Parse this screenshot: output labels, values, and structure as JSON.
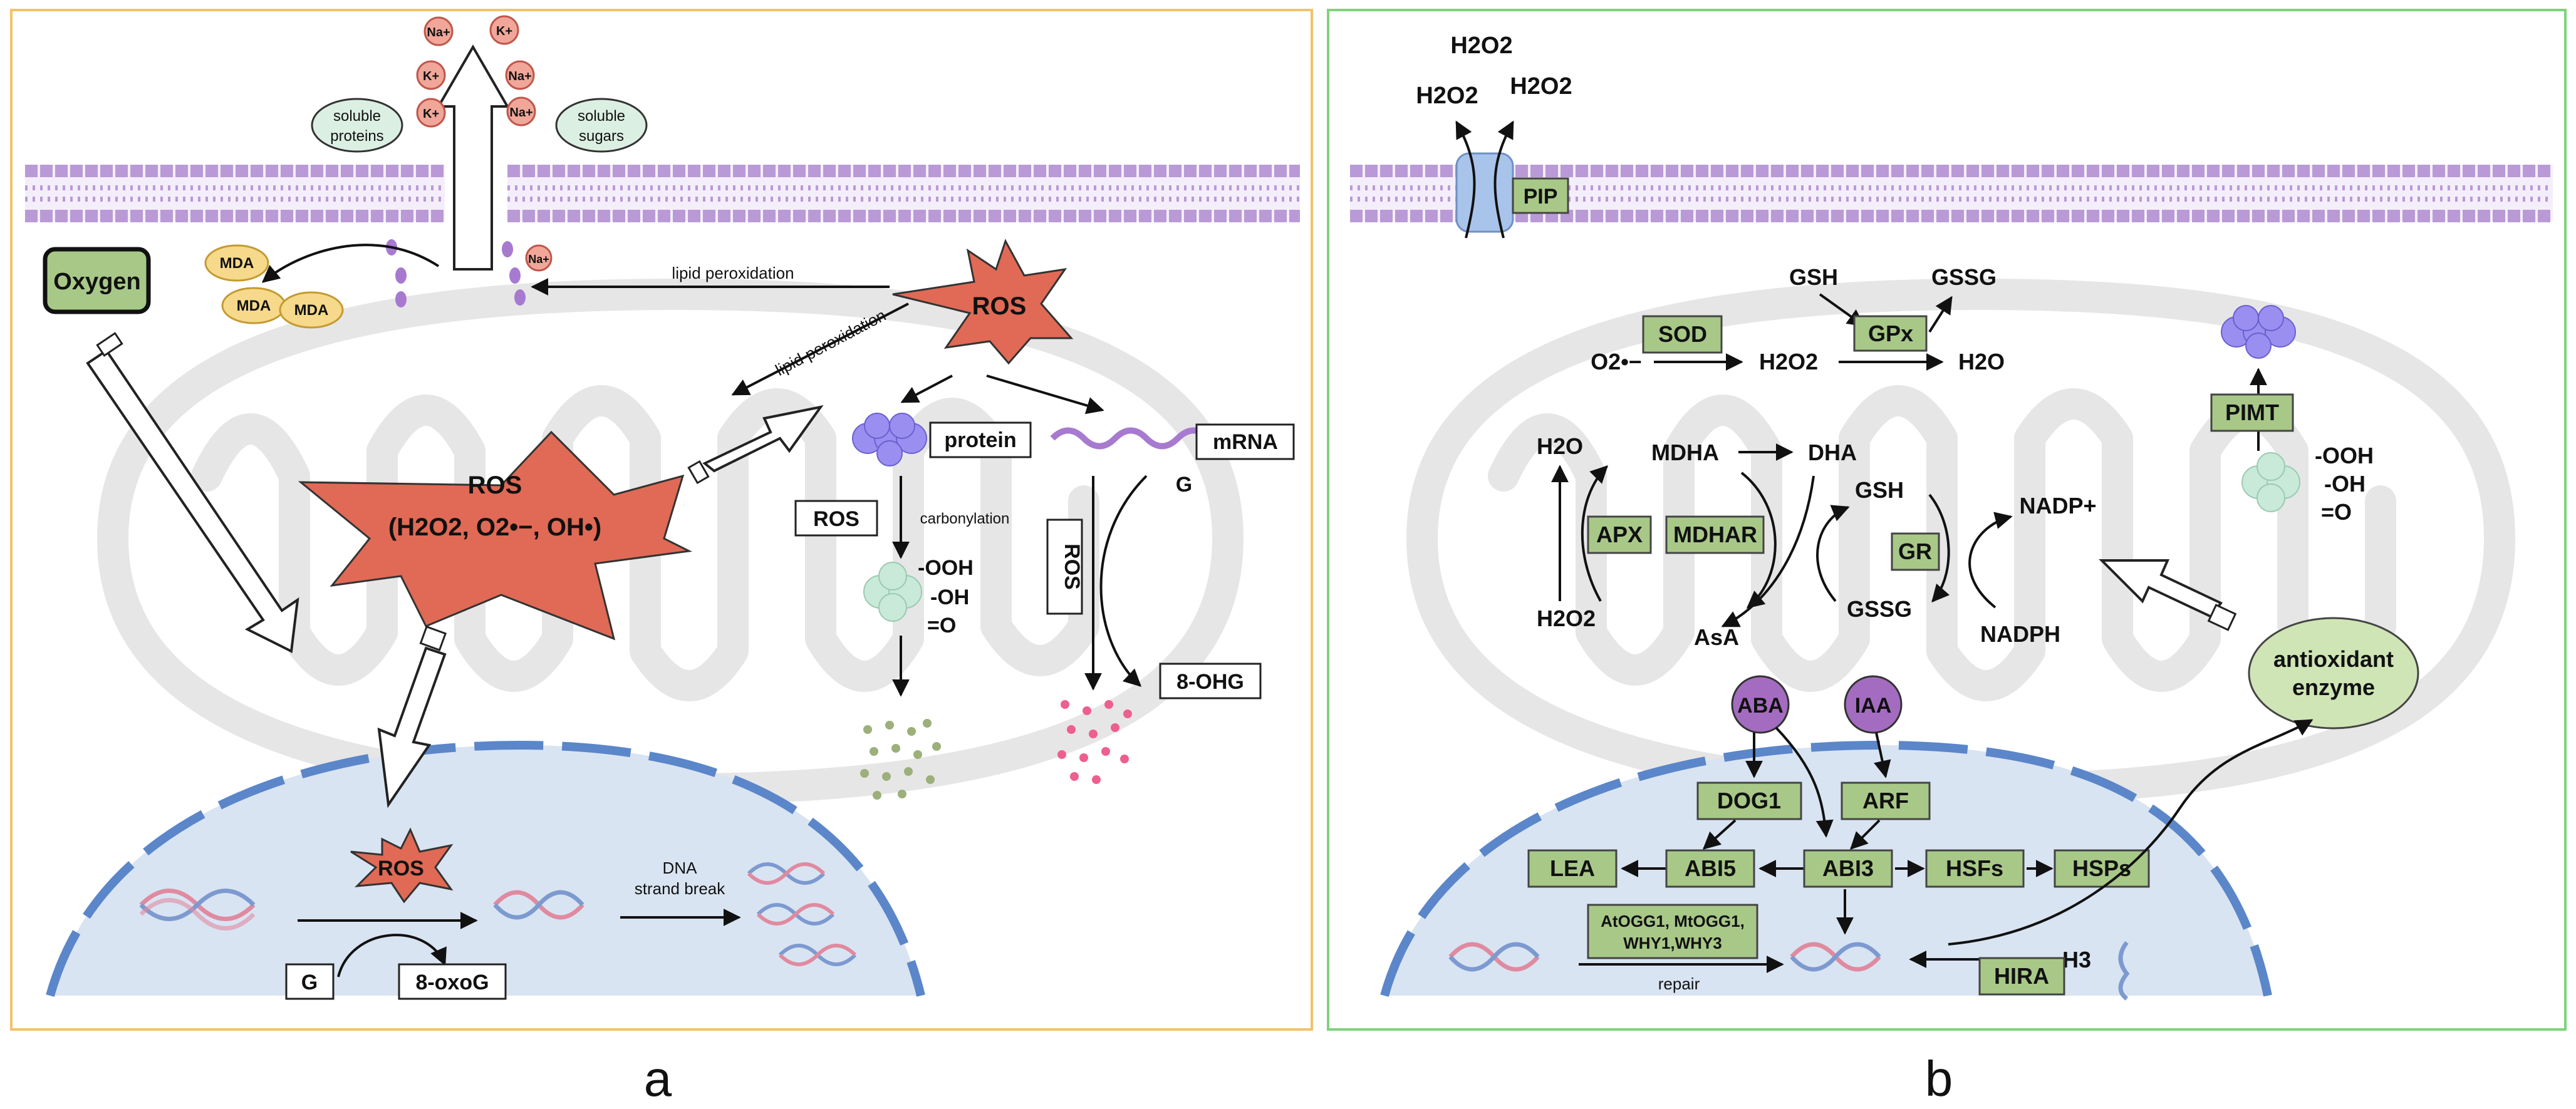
{
  "colors": {
    "panel_a_border": "#f2c26b",
    "panel_b_border": "#7ed37a",
    "membrane": "#b99ad6",
    "membrane_dark": "#8f6fb3",
    "mito": "#e6e6e6",
    "nucleus": "#d9e4f2",
    "nucleus_edge": "#5b86c9",
    "ros_red": "#e06a55",
    "box_green": "#a8c888",
    "ion_pink": "#f0a79a",
    "mda_yellow": "#f6d98a",
    "bubble_green": "#dcefe3",
    "protein_purple": "#9a8ff0",
    "protein_green": "#c9ead8",
    "mrna": "#a77ad0",
    "dots_green": "#9bb07a",
    "dots_pink": "#ee5f8e",
    "hormone": "#a46cc0",
    "antiox": "#cfe5b5"
  },
  "icons": {
    "membrane": "lipid-bilayer-icon",
    "mitochondrion": "mitochondrion-icon",
    "nucleus": "nucleus-icon",
    "dna": "dna-helix-icon",
    "protein": "protein-cluster-icon",
    "channel": "aquaporin-channel-icon"
  },
  "panel_a": {
    "caption": "a",
    "ions": [
      "Na+",
      "K+",
      "K+",
      "Na+",
      "K+",
      "Na+",
      "Na+"
    ],
    "soluble_proteins": [
      "soluble",
      "proteins"
    ],
    "soluble_sugars": [
      "soluble",
      "sugars"
    ],
    "oxygen": "Oxygen",
    "mda": [
      "MDA",
      "MDA",
      "MDA"
    ],
    "ros_small": "ROS",
    "lipid_peroxidation_1": "lipid peroxidation",
    "lipid_peroxidation_2": "lipid peroxidation",
    "ros_center_line1": "ROS",
    "ros_center_line2": "(H2O2, O2•−, OH•)",
    "protein": "protein",
    "mrna": "mRNA",
    "g_mrna": "G",
    "ros_box_protein": "ROS",
    "carbonylation": "carbonylation",
    "oxidized_groups": [
      "-OOH",
      "-OH",
      "=O"
    ],
    "ros_box_mrna": "ROS",
    "ohg": "8-OHG",
    "ros_nucleus": "ROS",
    "dna_strand_break": [
      "DNA",
      "strand break"
    ],
    "g_dna": "G",
    "oxog": "8-oxoG"
  },
  "panel_b": {
    "caption": "b",
    "h2o2_top": [
      "H2O2",
      "H2O2",
      "H2O2"
    ],
    "pip": "PIP",
    "gsh_top": "GSH",
    "gssg_top": "GSSG",
    "o2": "O2•−",
    "sod": "SOD",
    "h2o2_mid": "H2O2",
    "gpx": "GPx",
    "h2o_right": "H2O",
    "pimt": "PIMT",
    "oxidized_groups": [
      "-OOH",
      "-OH",
      "=O"
    ],
    "h2o_left": "H2O",
    "mdha": "MDHA",
    "dha": "DHA",
    "gsh_mid": "GSH",
    "nadp": "NADP+",
    "apx": "APX",
    "mdhar": "MDHAR",
    "gr": "GR",
    "h2o2_left": "H2O2",
    "asa": "AsA",
    "gssg_mid": "GSSG",
    "nadph": "NADPH",
    "antioxidant": [
      "antioxidant",
      "enzyme"
    ],
    "aba": "ABA",
    "iaa": "IAA",
    "dog1": "DOG1",
    "arf": "ARF",
    "lea": "LEA",
    "abi5": "ABI5",
    "abi3": "ABI3",
    "hsfs": "HSFs",
    "hsps": "HSPs",
    "ogg": [
      "AtOGG1, MtOGG1,",
      "WHY1,WHY3"
    ],
    "repair": "repair",
    "h3": "H3",
    "hira": "HIRA"
  }
}
